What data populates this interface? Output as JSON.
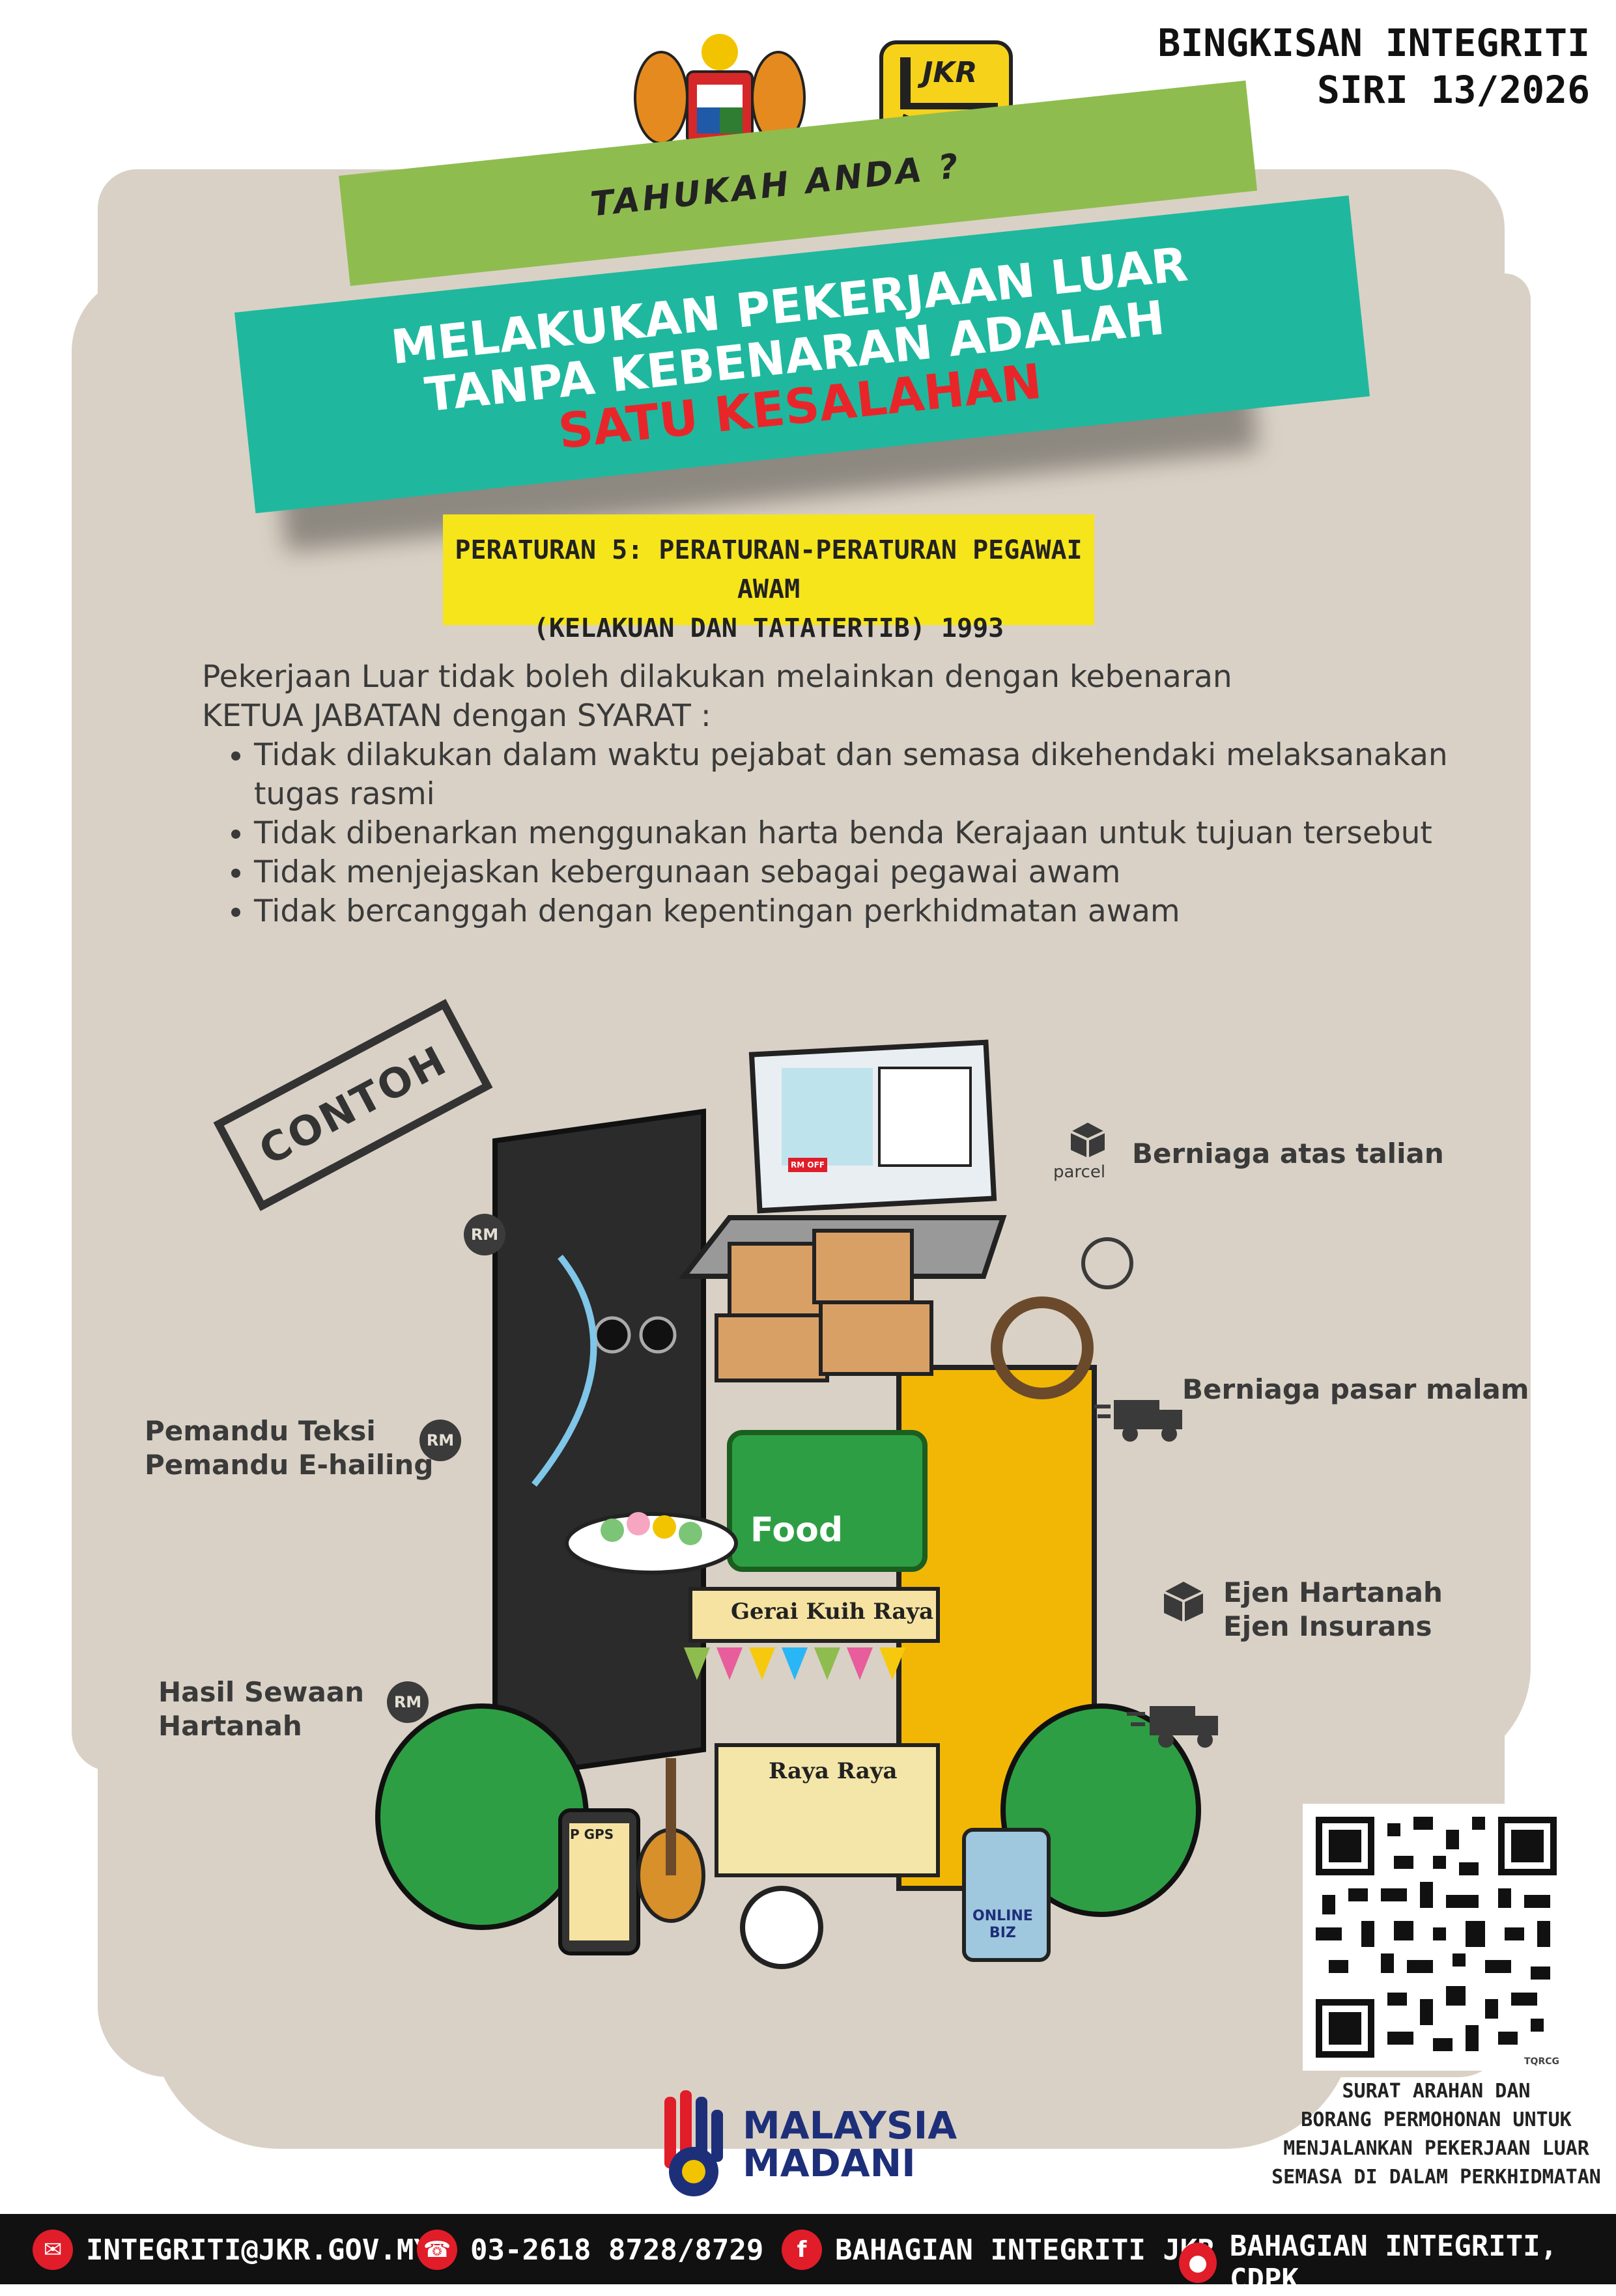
{
  "header": {
    "series_line1": "BINGKISAN INTEGRITI",
    "series_line2": "SIRI 13/2026",
    "jkr_logo_text": "JKR"
  },
  "banner": {
    "kicker": "TAHUKAH ANDA ?",
    "headline_line1": "MELAKUKAN PEKERJAAN LUAR",
    "headline_line2": "TANPA KEBENARAN ADALAH",
    "headline_line3": "SATU KESALAHAN",
    "headline_colors": {
      "main": "#ffffff",
      "emphasis": "#e8262a",
      "band": "#1fb89e",
      "kicker_band": "#8fbc4f"
    }
  },
  "regulation": {
    "line1": "PERATURAN 5: PERATURAN-PERATURAN PEGAWAI AWAM",
    "line2": "(KELAKUAN DAN TATATERTIB) 1993",
    "color": "#f6e51b"
  },
  "body": {
    "intro_line1": "Pekerjaan Luar tidak boleh dilakukan melainkan dengan kebenaran",
    "intro_line2": "KETUA JABATAN dengan SYARAT :",
    "conditions": [
      "Tidak dilakukan dalam waktu pejabat dan semasa dikehendaki melaksanakan tugas rasmi",
      "Tidak dibenarkan menggunakan harta benda Kerajaan untuk tujuan tersebut",
      "Tidak menjejaskan kebergunaan sebagai pegawai awam",
      "Tidak bercanggah dengan kepentingan perkhidmatan awam"
    ]
  },
  "contoh": "CONTOH",
  "examples": {
    "online": "Berniaga atas talian",
    "parcel": "parcel",
    "night_market": "Berniaga pasar malam",
    "agent_line1": "Ejen Hartanah",
    "agent_line2": "Ejen Insurans",
    "driver_line1": "Pemandu Teksi",
    "driver_line2": "Pemandu E-hailing",
    "rental_line1": "Hasil Sewaan",
    "rental_line2": "Hartanah",
    "rm": "RM"
  },
  "illustration": {
    "food_bag": "Food",
    "stall_sign": "Gerai Kuih Raya",
    "raya": "Raya Raya",
    "gps": "P GPS",
    "online_biz_line1": "ONLINE",
    "online_biz_line2": "BIZ",
    "rm_off": "RM OFF"
  },
  "qr": {
    "caption_line1": "SURAT ARAHAN DAN",
    "caption_line2": "BORANG PERMOHONAN UNTUK",
    "caption_line3": "MENJALANKAN PEKERJAAN LUAR",
    "caption_line4": "SEMASA DI DALAM PERKHIDMATAN",
    "brand": "TQRCG"
  },
  "madani": {
    "line1": "MALAYSIA",
    "line2": "MADANI"
  },
  "footer": {
    "email": "INTEGRITI@JKR.GOV.MY",
    "phone": "03-2618 8728/8729",
    "facebook": "BAHAGIAN INTEGRITI JKR",
    "location": "BAHAGIAN INTEGRITI, CDPK"
  }
}
